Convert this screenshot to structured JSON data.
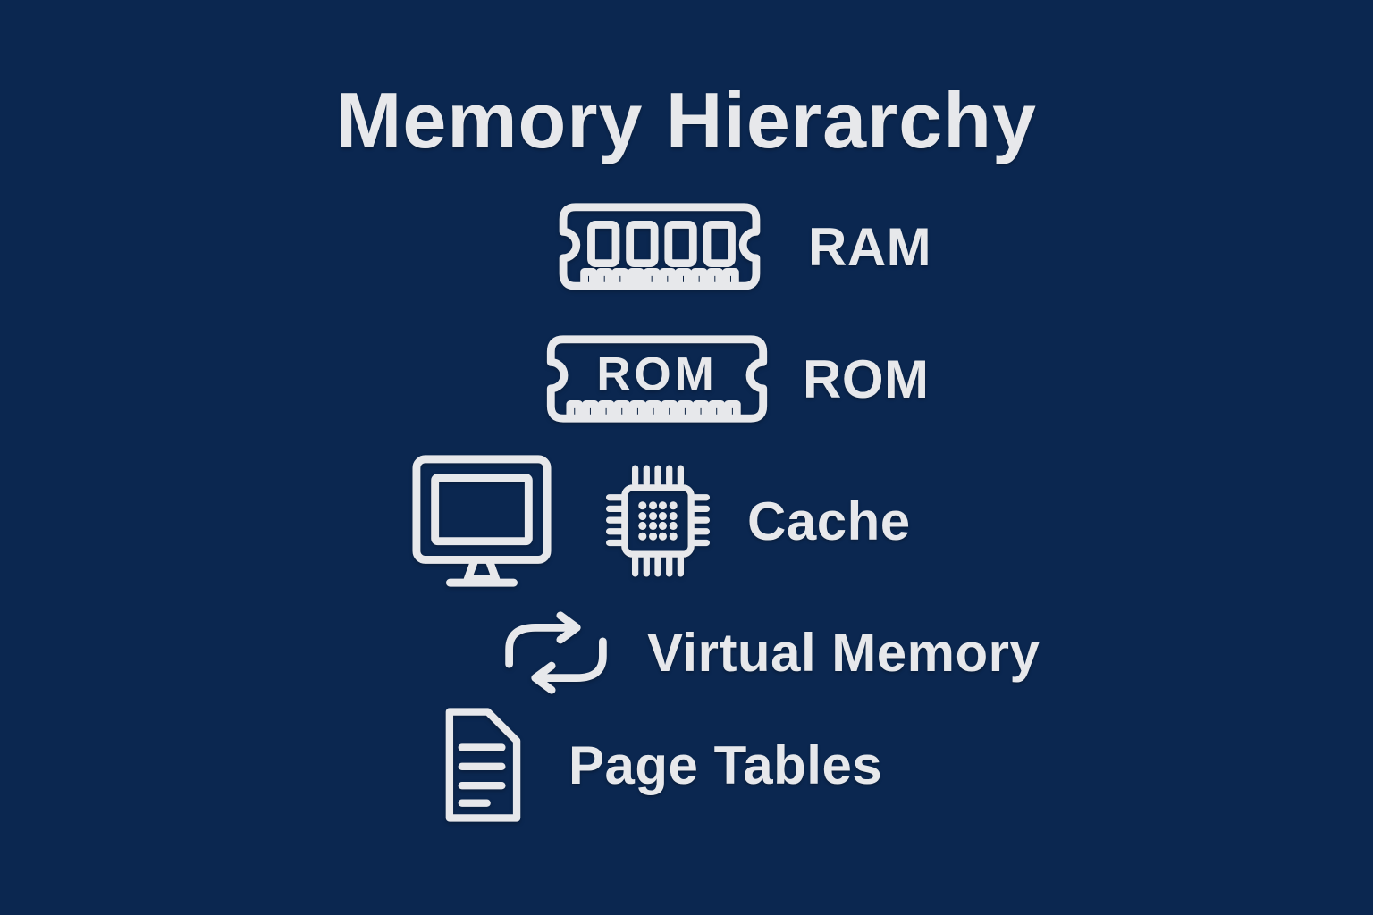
{
  "colors": {
    "background": "#0b2750",
    "foreground": "#e7e8eb"
  },
  "title": "Memory Hierarchy",
  "rows": [
    {
      "label": "RAM",
      "icon": "ram-memory-stick-icon"
    },
    {
      "label": "ROM",
      "icon": "rom-memory-stick-icon",
      "icon_text": "ROM"
    },
    {
      "label": "Cache",
      "icons": [
        "monitor-icon",
        "cpu-chip-icon"
      ]
    },
    {
      "label": "Virtual Memory",
      "icon": "sync-arrows-icon"
    },
    {
      "label": "Page Tables",
      "icon": "document-icon"
    }
  ]
}
